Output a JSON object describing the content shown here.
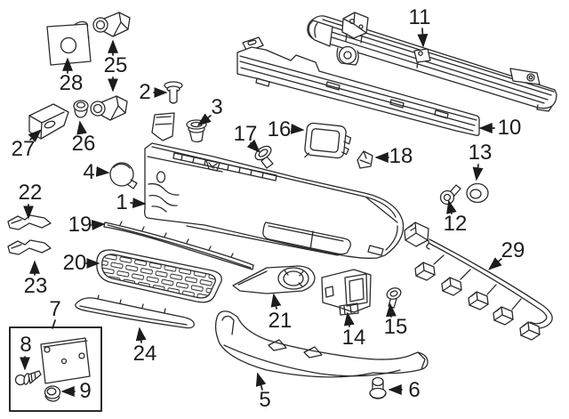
{
  "diagram": {
    "background_color": "#ffffff",
    "line_color": "#2b2b2b",
    "label_color": "#1c1c1c"
  },
  "callouts": {
    "c1": {
      "label": "1"
    },
    "c2": {
      "label": "2"
    },
    "c3": {
      "label": "3"
    },
    "c4": {
      "label": "4"
    },
    "c5": {
      "label": "5"
    },
    "c6": {
      "label": "6"
    },
    "c7": {
      "label": "7"
    },
    "c8": {
      "label": "8"
    },
    "c9": {
      "label": "9"
    },
    "c10": {
      "label": "10"
    },
    "c11": {
      "label": "11"
    },
    "c12": {
      "label": "12"
    },
    "c13": {
      "label": "13"
    },
    "c14": {
      "label": "14"
    },
    "c15": {
      "label": "15"
    },
    "c16": {
      "label": "16"
    },
    "c17": {
      "label": "17"
    },
    "c18": {
      "label": "18"
    },
    "c19": {
      "label": "19"
    },
    "c20": {
      "label": "20"
    },
    "c21": {
      "label": "21"
    },
    "c22": {
      "label": "22"
    },
    "c23": {
      "label": "23"
    },
    "c24": {
      "label": "24"
    },
    "c25": {
      "label": "25"
    },
    "c26": {
      "label": "26"
    },
    "c27": {
      "label": "27"
    },
    "c28": {
      "label": "28"
    },
    "c29": {
      "label": "29"
    }
  }
}
